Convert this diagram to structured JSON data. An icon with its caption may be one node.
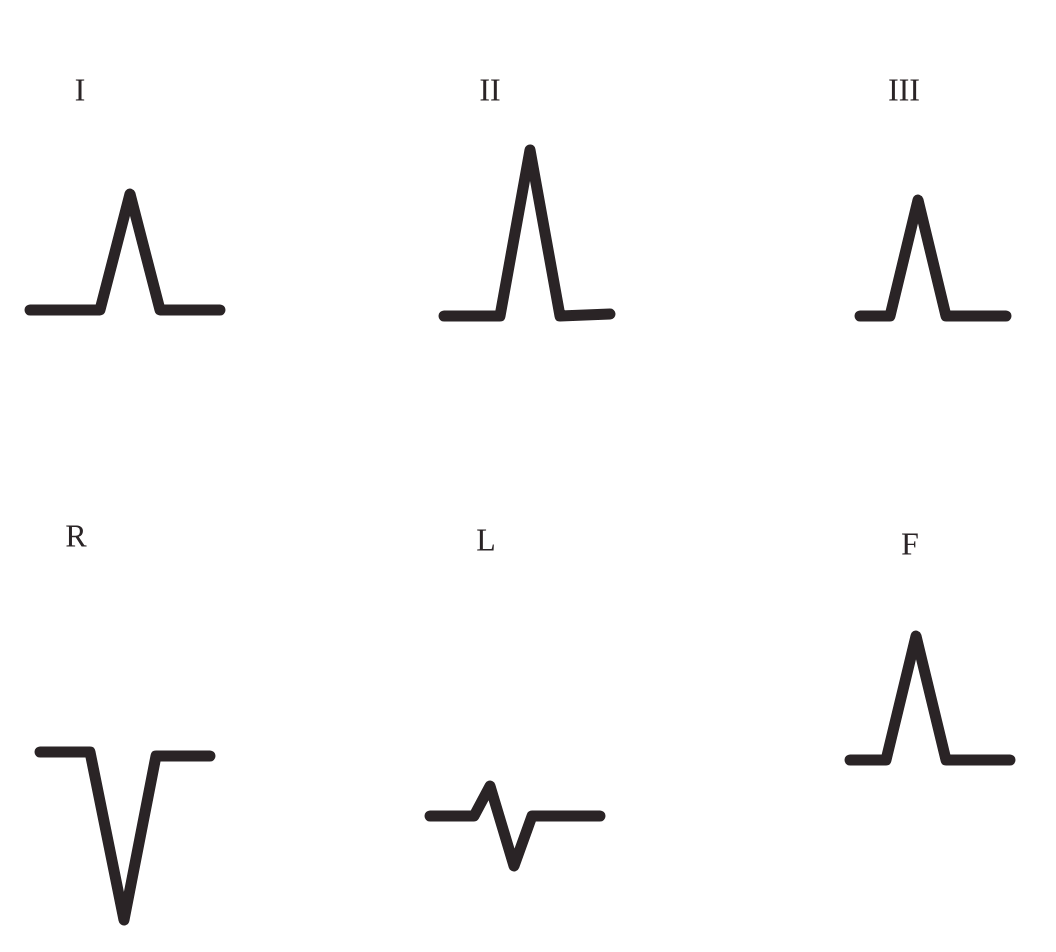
{
  "diagram": {
    "labels": [
      "I",
      "II",
      "III",
      "R",
      "L",
      "F"
    ]
  }
}
